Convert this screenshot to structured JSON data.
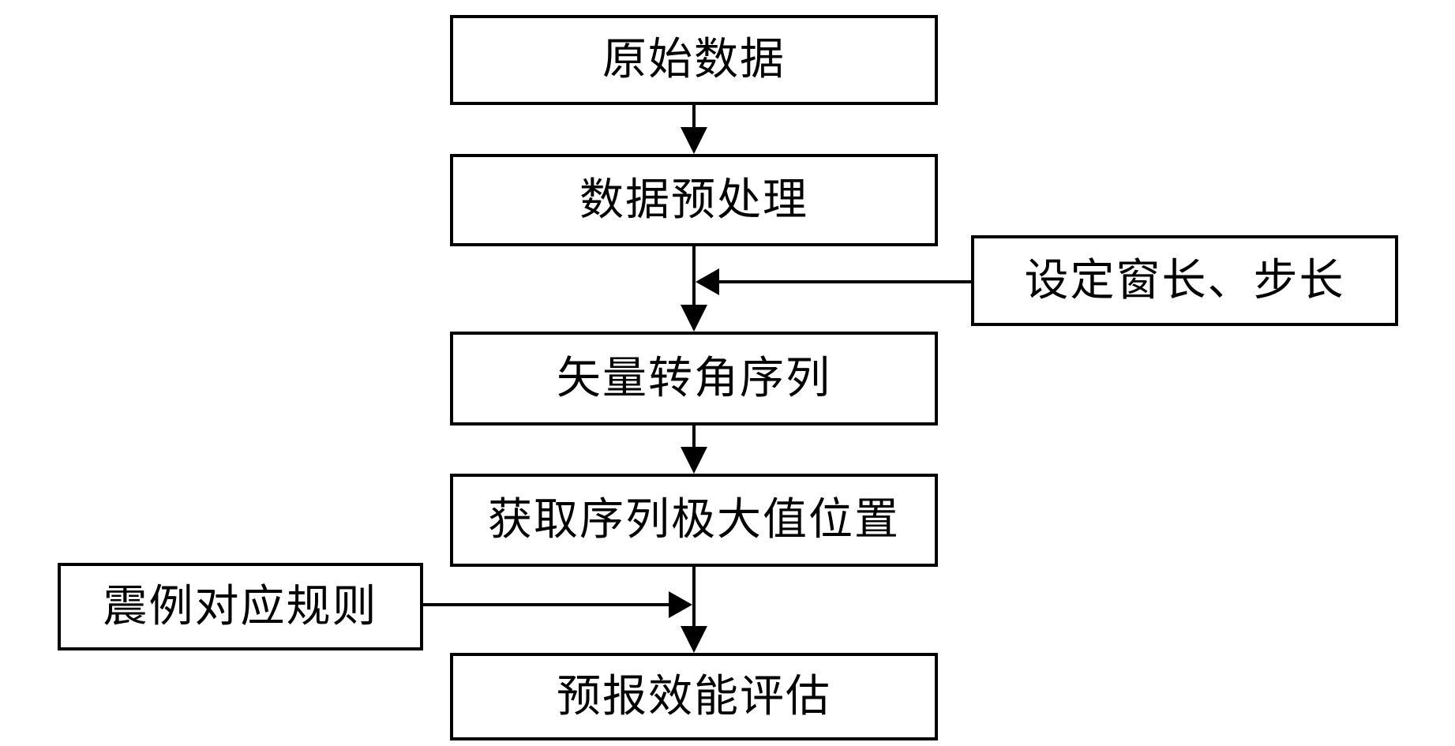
{
  "colors": {
    "line": "#000000",
    "text": "#000000",
    "background": "#ffffff"
  },
  "diagram": {
    "type": "flowchart",
    "nodes": [
      {
        "id": "raw_data",
        "label": "原始数据"
      },
      {
        "id": "preprocessing",
        "label": "数据预处理"
      },
      {
        "id": "window_step_settings",
        "label": "设定窗长、步长"
      },
      {
        "id": "vector_angle_sequence",
        "label": "矢量转角序列"
      },
      {
        "id": "maxima_positions",
        "label": "获取序列极大值位置"
      },
      {
        "id": "case_rules",
        "label": "震例对应规则"
      },
      {
        "id": "forecast_evaluation",
        "label": "预报效能评估"
      }
    ],
    "edges": [
      {
        "from": "raw_data",
        "to": "preprocessing"
      },
      {
        "from": "preprocessing",
        "to": "vector_angle_sequence"
      },
      {
        "from": "window_step_settings",
        "to": "vector_angle_sequence"
      },
      {
        "from": "vector_angle_sequence",
        "to": "maxima_positions"
      },
      {
        "from": "maxima_positions",
        "to": "forecast_evaluation"
      },
      {
        "from": "case_rules",
        "to": "forecast_evaluation"
      }
    ]
  }
}
